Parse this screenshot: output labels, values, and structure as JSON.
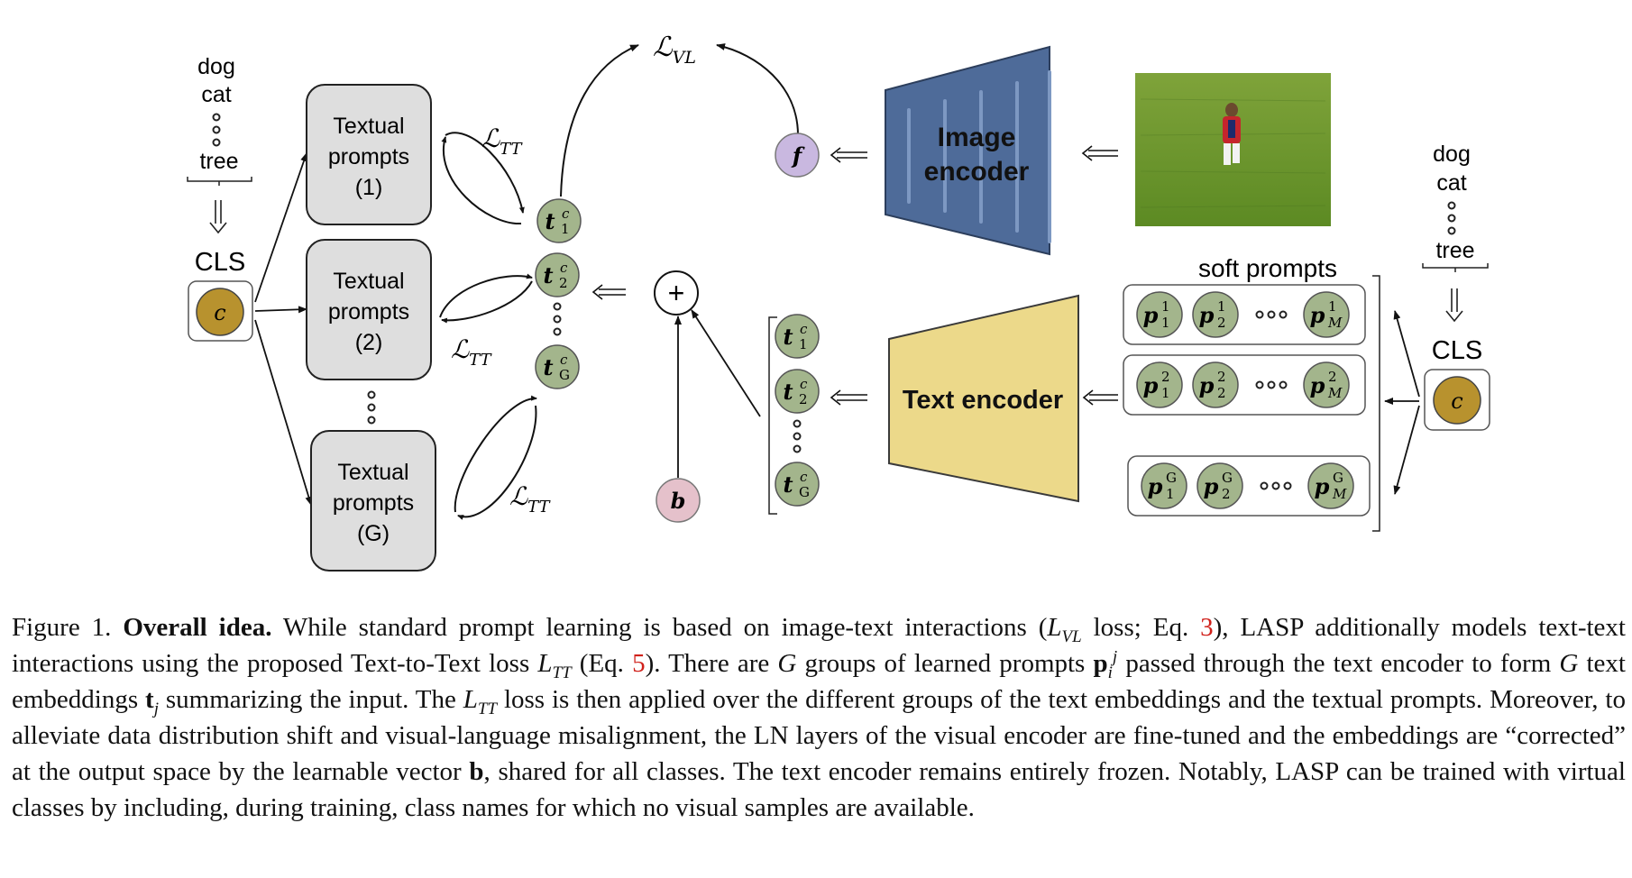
{
  "diagram": {
    "class_list_left": [
      "dog",
      "cat",
      "tree"
    ],
    "class_list_right": [
      "dog",
      "cat",
      "tree"
    ],
    "cls_label": "CLS",
    "cls_token": "c",
    "prompt_boxes": [
      {
        "line1": "Textual",
        "line2": "prompts",
        "line3": "(1)"
      },
      {
        "line1": "Textual",
        "line2": "prompts",
        "line3": "(2)"
      },
      {
        "line1": "Textual",
        "line2": "prompts",
        "line3": "(G)"
      }
    ],
    "loss_tt": {
      "base": "ℒ",
      "sub": "TT"
    },
    "loss_vl": {
      "base": "ℒ",
      "sub": "VL"
    },
    "text_embed_sup": "c",
    "text_embed_subs": [
      "1",
      "2",
      "G"
    ],
    "image_feature": "f",
    "bias_vector": "b",
    "plus": "+",
    "image_encoder": {
      "line1": "Image",
      "line2": "encoder"
    },
    "text_encoder": "Text encoder",
    "soft_prompts_label": "soft prompts",
    "soft_prompt_rows": [
      {
        "sup": "1",
        "subs": [
          "1",
          "2",
          "M"
        ]
      },
      {
        "sup": "2",
        "subs": [
          "1",
          "2",
          "M"
        ]
      },
      {
        "sup": "G",
        "subs": [
          "1",
          "2",
          "M"
        ]
      }
    ],
    "colors": {
      "node_green": "#a3b58c",
      "cls_gold": "#b8922e",
      "f_purple": "#c9b8e0",
      "b_pink": "#e5c1cb",
      "image_encoder_blue": "#4e6b99",
      "text_encoder_yellow": "#ecd98a",
      "prompt_box_gray": "#dedede",
      "caption_ref_red": "#d0201a"
    }
  },
  "caption": {
    "figure_label": "Figure 1.",
    "bold_title": "Overall idea.",
    "t1": " While standard prompt learning is based on image-text interactions (",
    "lvl_base": "L",
    "lvl_sub": "VL",
    "t2": " loss; Eq. ",
    "ref_eq3": "3",
    "t3": "), LASP additionally models text-text interactions using the proposed Text-to-Text loss ",
    "ltt_base": "L",
    "ltt_sub": "TT",
    "t4": " (Eq. ",
    "ref_eq5": "5",
    "t5": "). There are ",
    "g1": "G",
    "t6": " groups of learned prompts ",
    "p_base": "p",
    "p_sub": "i",
    "p_sup": "j",
    "t7": " passed through the text encoder to form ",
    "g2": "G",
    "t8": " text embeddings ",
    "t_base": "t",
    "t_sub": "j",
    "t9": " summarizing the input. The ",
    "ltt2_base": "L",
    "ltt2_sub": "TT",
    "t10": " loss is then applied over the different groups of the text embeddings and the textual prompts. Moreover, to alleviate data distribution shift and visual-language misalignment, the LN layers of the visual encoder are fine-tuned and the embeddings are “corrected” at the output space by the learnable vector ",
    "b_vec": "b",
    "t11": ", shared for all classes. The text encoder remains entirely frozen. Notably, LASP can be trained with virtual classes by including, during training, class names for which no visual samples are available."
  }
}
